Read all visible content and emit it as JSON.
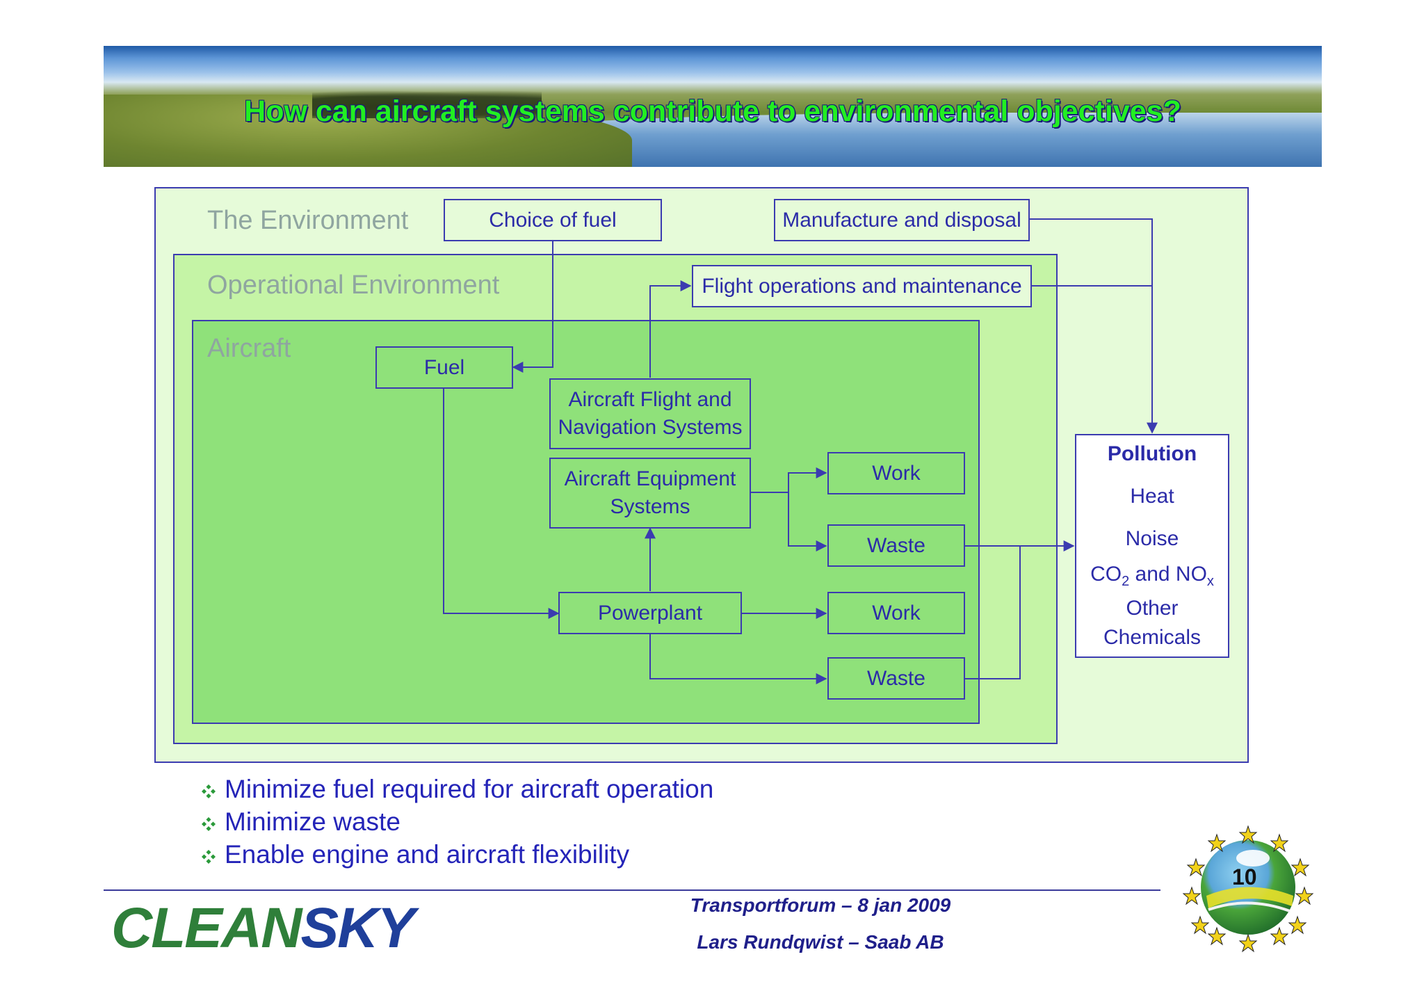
{
  "slide": {
    "title": "How can aircraft systems contribute to environmental objectives?",
    "page_number": "10"
  },
  "diagram": {
    "regions": {
      "environment": "The Environment",
      "operational": "Operational Environment",
      "aircraft": "Aircraft"
    },
    "boxes": {
      "choice_of_fuel": "Choice of fuel",
      "manufacture": "Manufacture and disposal",
      "flight_ops": "Flight operations and maintenance",
      "fuel": "Fuel",
      "nav_line1": "Aircraft Flight and",
      "nav_line2": "Navigation Systems",
      "equip_line1": "Aircraft Equipment",
      "equip_line2": "Systems",
      "powerplant": "Powerplant",
      "work_1": "Work",
      "waste_1": "Waste",
      "work_2": "Work",
      "waste_2": "Waste"
    },
    "pollution": {
      "title": "Pollution",
      "heat": "Heat",
      "noise": "Noise",
      "co2_a": "CO",
      "co2_sub": "2",
      "co2_b": " and NO",
      "co2_subx": "x",
      "other": "Other",
      "chemicals": "Chemicals"
    }
  },
  "bullets": [
    "Minimize fuel required for aircraft operation",
    "Minimize waste",
    "Enable engine and aircraft flexibility"
  ],
  "footer": {
    "logo_a": "CLEAN",
    "logo_b": "SKY",
    "line1": "Transportforum – 8 jan 2009",
    "line2": "Lars Rundqwist – Saab AB"
  },
  "colors": {
    "title_text": "#22ee22",
    "line": "#3b3bb0",
    "text": "#2b2ba8",
    "environment_bg": "#e6fbd9",
    "operational_bg": "#c5f4a6",
    "aircraft_bg": "#8fe17a"
  }
}
